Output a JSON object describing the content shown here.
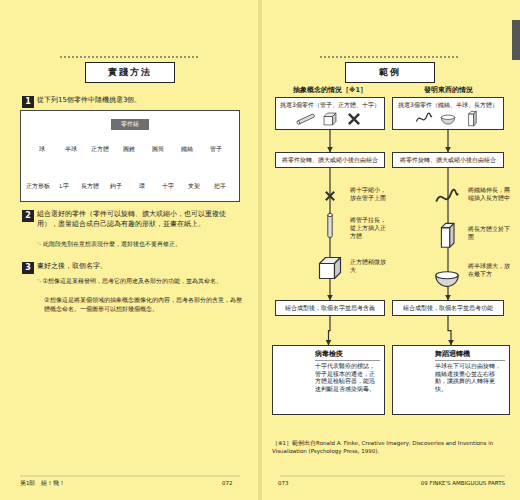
{
  "diagram": {
    "nodes": [
      {
        "text": [
          "實踐方法"
        ]
      },
      {
        "text": [
          "零件組"
        ]
      },
      {
        "text": [
          "範例"
        ]
      },
      {
        "text": [
          "抽象概念的情況［※1］",
          "挑選3個零件（管子、正方體、十字）"
        ]
      },
      {
        "text": [
          "發明東西的情況",
          "挑選3個零件（鐵絲、半球、長方體）"
        ]
      },
      {
        "text": [
          "將零件旋轉、擴大或縮小後自由組合"
        ]
      },
      {
        "text": [
          "將零件旋轉、擴大或縮小後自由組合"
        ]
      },
      {
        "text": [
          "組合成型後，取個名字並思考含義"
        ]
      },
      {
        "text": [
          "組合成型後，取個名字並思考功能"
        ]
      },
      {
        "text": [
          "病毒檢疫",
          "十字代表醫療的標誌，管子是樣本的通道，正方體是檢驗容器，能迅速判斷是否感染病毒。"
        ]
      },
      {
        "text": [
          "舞蹈迴轉機",
          "半球在下可以自由旋轉，鐵絲連接重心並左右移動，讓跳舞的人轉得更快。"
        ]
      }
    ],
    "edges": [
      {
        "from": 3,
        "to": 5,
        "arrow": "to"
      },
      {
        "from": 4,
        "to": 6,
        "arrow": "to"
      },
      {
        "from": 5,
        "to": 7,
        "arrow": "to"
      },
      {
        "from": 6,
        "to": 8,
        "arrow": "to"
      },
      {
        "from": 7,
        "to": 9,
        "arrow": "to"
      },
      {
        "from": 8,
        "to": 10,
        "arrow": "to"
      }
    ],
    "labels": [
      "1",
      "從下列15個零件中隨機挑選3個。",
      "球",
      "半球",
      "正方體",
      "圓錐",
      "圓筒",
      "鐵絲",
      "管子",
      "正方形板",
      "L字",
      "長方體",
      "鉤子",
      "環",
      "十字",
      "支架",
      "把手",
      "2",
      "組合選好的零件（零件可以旋轉、擴大或縮小，也可以重複使用），盡量組合成自己認為有趣的形狀，並畫在紙上。",
      "☞此階段先別在意想表現什麼，選好後也不要再修正。",
      "3",
      "畫好之後，取個名字。",
      "☞①想像這是某種發明，思考它的用途及各部分的功能，並為其命名。",
      "②想像這是將某個領域的抽象概念圖像化的內容，思考各部分的含意，為整體概念命名。一個圖形可以想好幾個概念。",
      "將十字縮小，放在管子上面",
      "將管子拉長，從上方插入正方體",
      "正方體稍微放大",
      "將鐵絲伸長，兩端插入長方體中",
      "將長方體立於下面",
      "將半球擴大，放在最下方",
      "［※1］範例出自Ronald A. Finke, Creative Imagery: Discoveries and Inventions in Visualization (Psychology Press, 1990).",
      "第1部　組！飛！",
      "072",
      "073",
      "09 FINKE'S AMBIGUOUS PARTS"
    ]
  }
}
